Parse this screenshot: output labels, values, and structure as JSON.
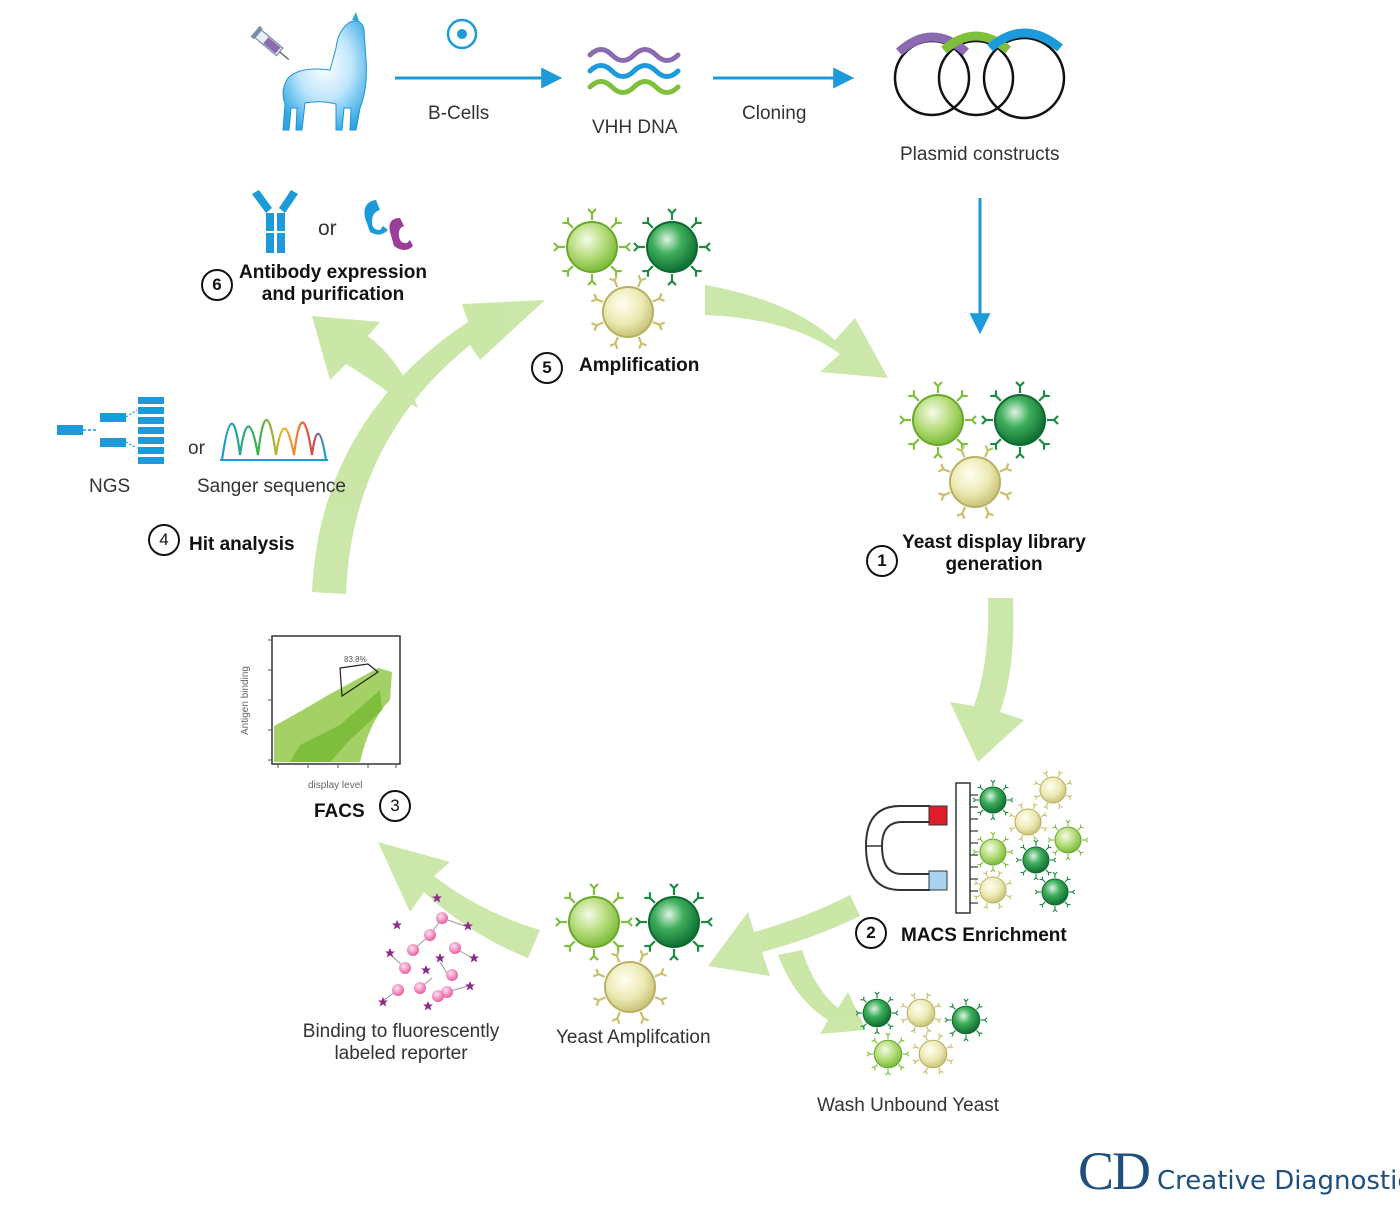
{
  "top_flow": {
    "b_cells": "B-Cells",
    "vhh_dna": "VHH DNA",
    "cloning": "Cloning",
    "plasmid": "Plasmid constructs"
  },
  "steps": [
    {
      "num": "1",
      "label_line1": "Yeast display library",
      "label_line2": "generation"
    },
    {
      "num": "2",
      "label": "MACS Enrichment"
    },
    {
      "num": "3",
      "label": "FACS"
    },
    {
      "num": "4",
      "label": "Hit analysis"
    },
    {
      "num": "5",
      "label": "Amplification"
    },
    {
      "num": "6",
      "label_line1": "Antibody expression",
      "label_line2": "and purification"
    }
  ],
  "sub_labels": {
    "wash": "Wash Unbound Yeast",
    "yeast_amp": "Yeast Amplifcation",
    "binding_line1": "Binding to fluorescently",
    "binding_line2": "labeled reporter",
    "ngs": "NGS",
    "or1": "or",
    "sanger": "Sanger sequence",
    "or2": "or"
  },
  "facs_plot": {
    "ylabel": "Antigen binding",
    "xlabel": "display level",
    "gate": "83.8%"
  },
  "brand": {
    "cd": "CD",
    "name": "Creative Diagnostics",
    "reg": "®"
  },
  "colors": {
    "arrow_green": "#c2e39a",
    "flow_blue": "#1d9ad9",
    "light_green_cell": "#a6d36a",
    "dark_green_cell": "#2f9e4f",
    "yellow_cell": "#e4e29a",
    "brand_blue": "#1f4f7e",
    "bead_pink": "#ea7fb6",
    "star_purple": "#8a2d8a"
  }
}
